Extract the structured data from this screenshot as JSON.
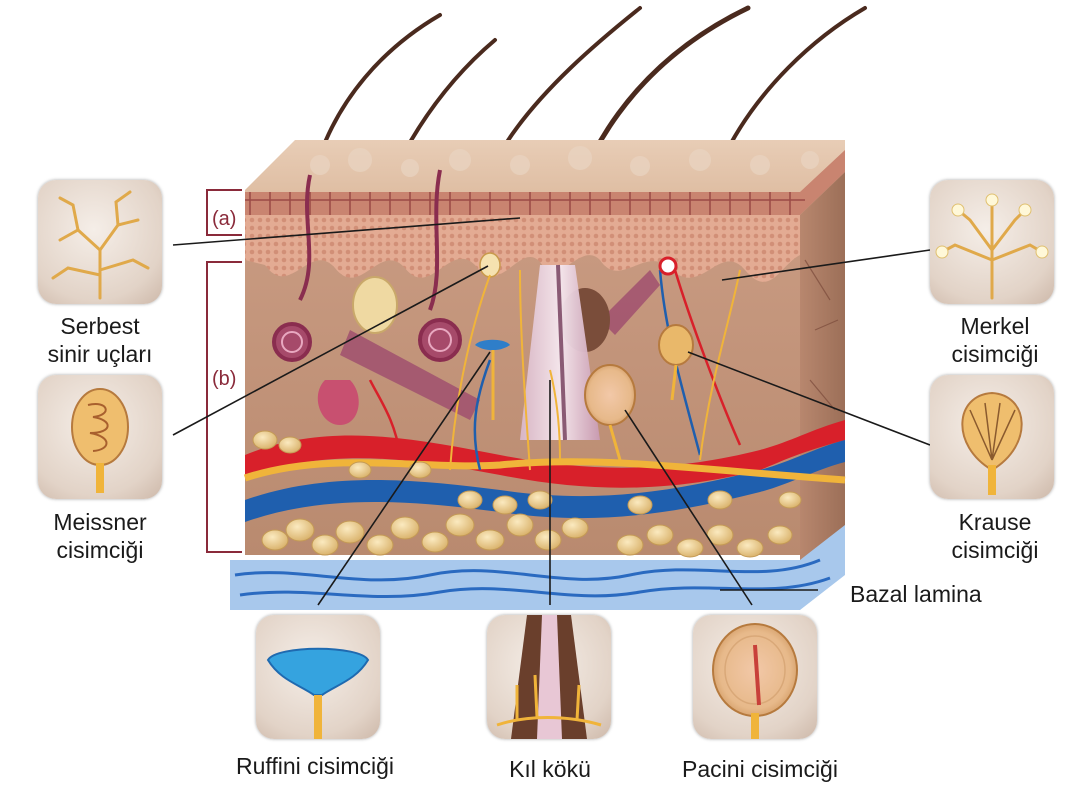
{
  "layers": {
    "a": "(a)",
    "b": "(b)"
  },
  "labels": {
    "serbest": {
      "line1": "Serbest",
      "line2": "sinir uçları"
    },
    "meissner": {
      "line1": "Meissner",
      "line2": "cisimciği"
    },
    "merkel": {
      "line1": "Merkel",
      "line2": "cisimciği"
    },
    "krause": {
      "line1": "Krause",
      "line2": "cisimciği"
    },
    "bazal": "Bazal lamina",
    "ruffini": "Ruffini cisimciği",
    "kil": "Kıl kökü",
    "pacini": "Pacini cisimciği"
  },
  "colors": {
    "artery": "#d8202a",
    "vein": "#1f5fae",
    "nerve": "#f0b43a",
    "fat": "#efd08a",
    "dermis": "#c89a80",
    "epidermis": "#e6b7a0",
    "label_line": "#1a1a1a",
    "layer_bracket": "#8a2a3a"
  }
}
